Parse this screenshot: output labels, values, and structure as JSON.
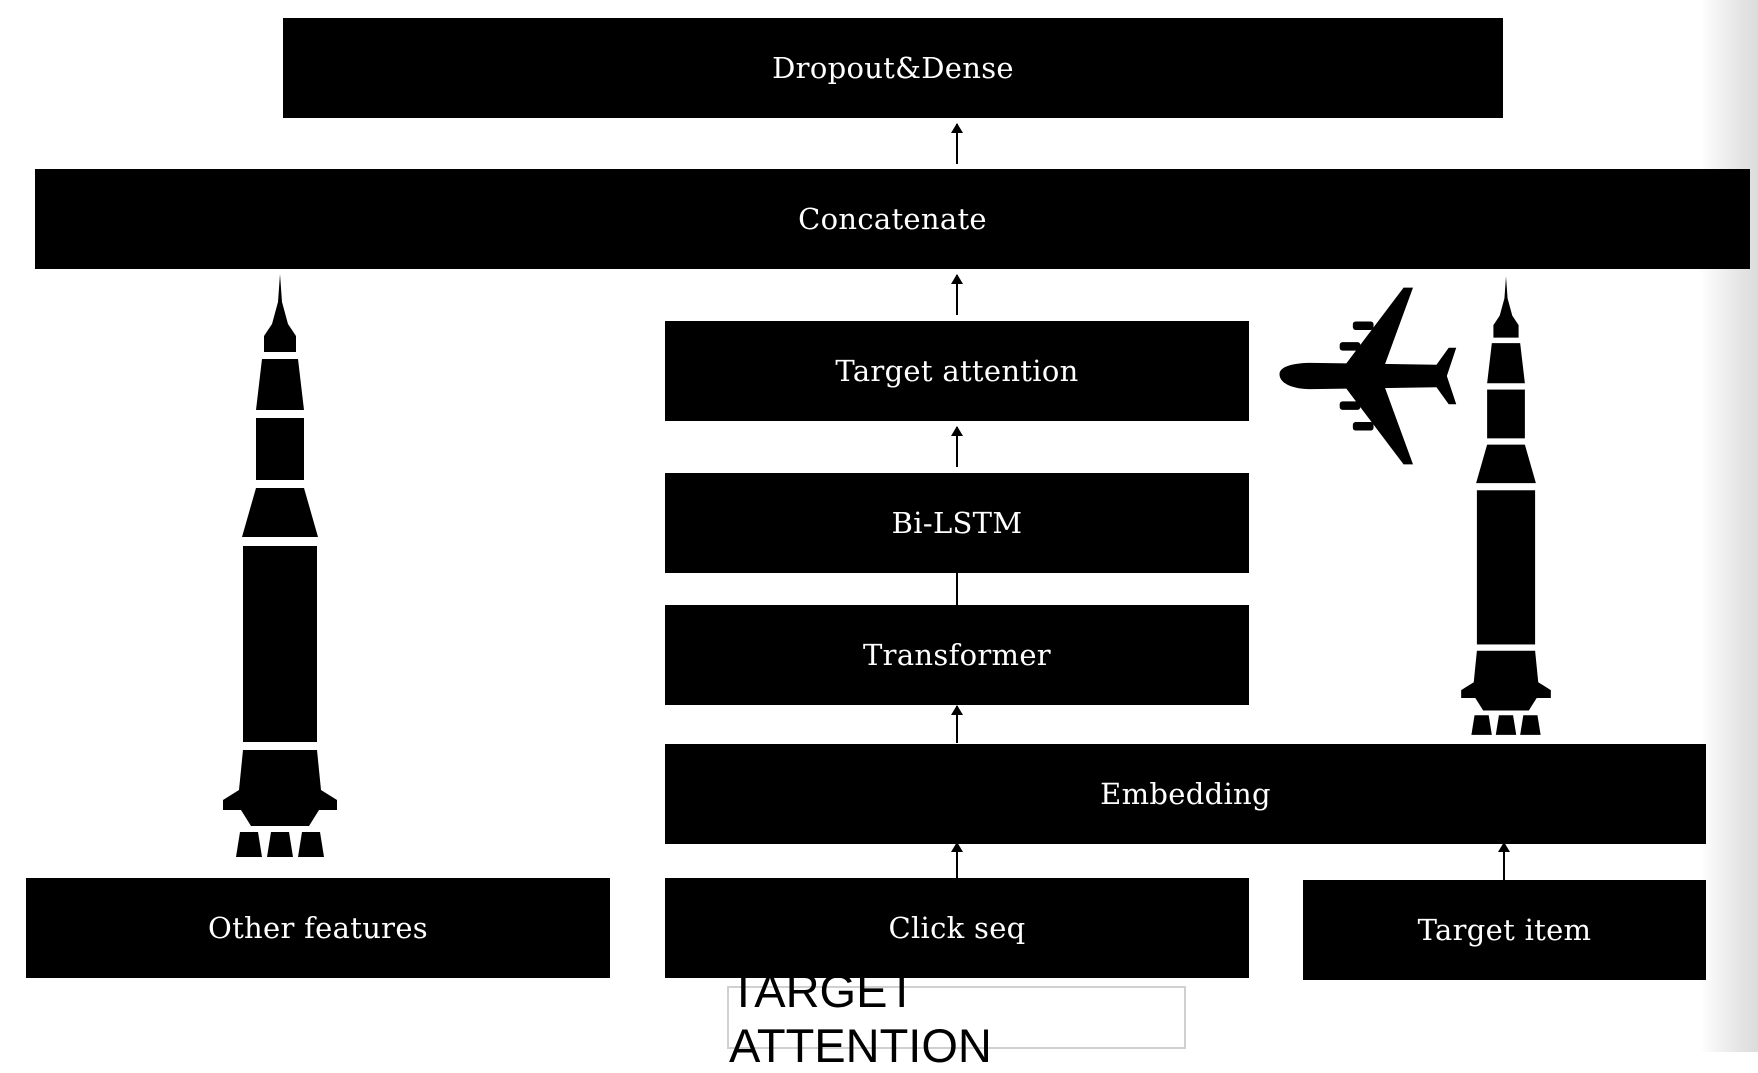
{
  "caption": "TARGET ATTENTION",
  "blocks": {
    "dropout_dense": "Dropout&Dense",
    "concatenate": "Concatenate",
    "target_attention": "Target attention",
    "bilstm": "Bi-LSTM",
    "transformer": "Transformer",
    "embedding": "Embedding",
    "other_features": "Other features",
    "click_seq": "Click seq",
    "target_item": "Target item"
  },
  "icons": [
    "rocket-icon",
    "airplane-icon",
    "rocket-icon"
  ],
  "colors": {
    "block": "#000000",
    "text": "#ffffff",
    "background": "#ffffff"
  }
}
